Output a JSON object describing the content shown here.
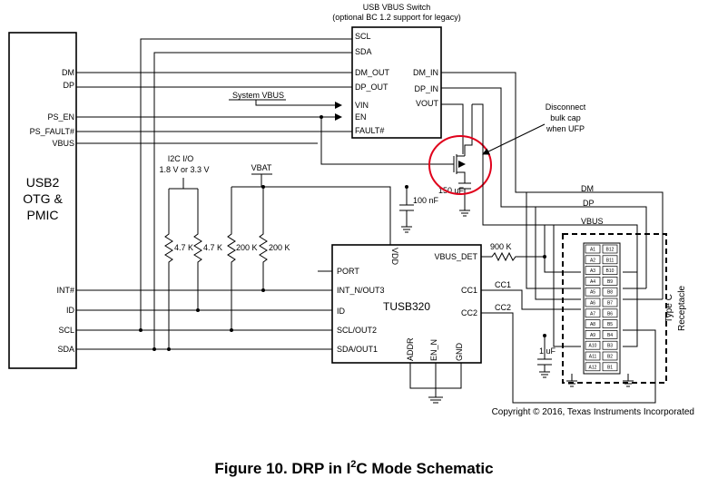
{
  "blocks": {
    "pmic": [
      "USB2",
      "OTG &",
      "PMIC"
    ],
    "switch_title": "USB VBUS Switch",
    "switch_subtitle": "(optional BC 1.2 support for legacy)",
    "tusb": "TUSB320",
    "receptacle": [
      "Type C",
      "Receptacle"
    ]
  },
  "pmic_pins": [
    "DM",
    "DP",
    "PS_EN",
    "PS_FAULT#",
    "VBUS",
    "INT#",
    "ID",
    "SCL",
    "SDA"
  ],
  "switch_pins_left": [
    "SCL",
    "SDA",
    "DM_OUT",
    "DP_OUT",
    "VIN",
    "EN",
    "FAULT#"
  ],
  "switch_pins_right": [
    "DM_IN",
    "DP_IN",
    "VOUT"
  ],
  "tusb_pins_left": [
    "PORT",
    "INT_N/OUT3",
    "ID",
    "SCL/OUT2",
    "SDA/OUT1"
  ],
  "tusb_pins_right": [
    "VBUS_DET",
    "CC1",
    "CC2"
  ],
  "tusb_pins_top": [
    "VDD"
  ],
  "tusb_pins_bottom": [
    "ADDR",
    "EN_N",
    "GND"
  ],
  "labels": {
    "system_vbus": "System VBUS",
    "i2c_io": [
      "I2C I/O",
      "1.8 V or 3.3 V"
    ],
    "vbat": "VBAT",
    "cap_100n": "100 nF",
    "cap_150u": "150 uF",
    "cap_1u": "1 uF",
    "r_47k_a": "4.7 K",
    "r_47k_b": "4.7 K",
    "r_200k_a": "200 K",
    "r_200k_b": "200 K",
    "r_900k": "900 K",
    "net_dm": "DM",
    "net_dp": "DP",
    "net_vbus": "VBUS",
    "net_cc1": "CC1",
    "net_cc2": "CC2",
    "disconnect": [
      "Disconnect",
      "bulk cap",
      "when UFP"
    ]
  },
  "receptacle_pins_a": [
    "A1",
    "A2",
    "A3",
    "A4",
    "A5",
    "A6",
    "A7",
    "A8",
    "A9",
    "A10",
    "A11",
    "A12"
  ],
  "receptacle_pins_b": [
    "B12",
    "B11",
    "B10",
    "B9",
    "B8",
    "B7",
    "B6",
    "B5",
    "B4",
    "B3",
    "B2",
    "B1"
  ],
  "copyright": "Copyright © 2016, Texas Instruments Incorporated",
  "caption": {
    "prefix": "Figure 10.  DRP in I",
    "sup": "2",
    "suffix": "C Mode Schematic"
  }
}
